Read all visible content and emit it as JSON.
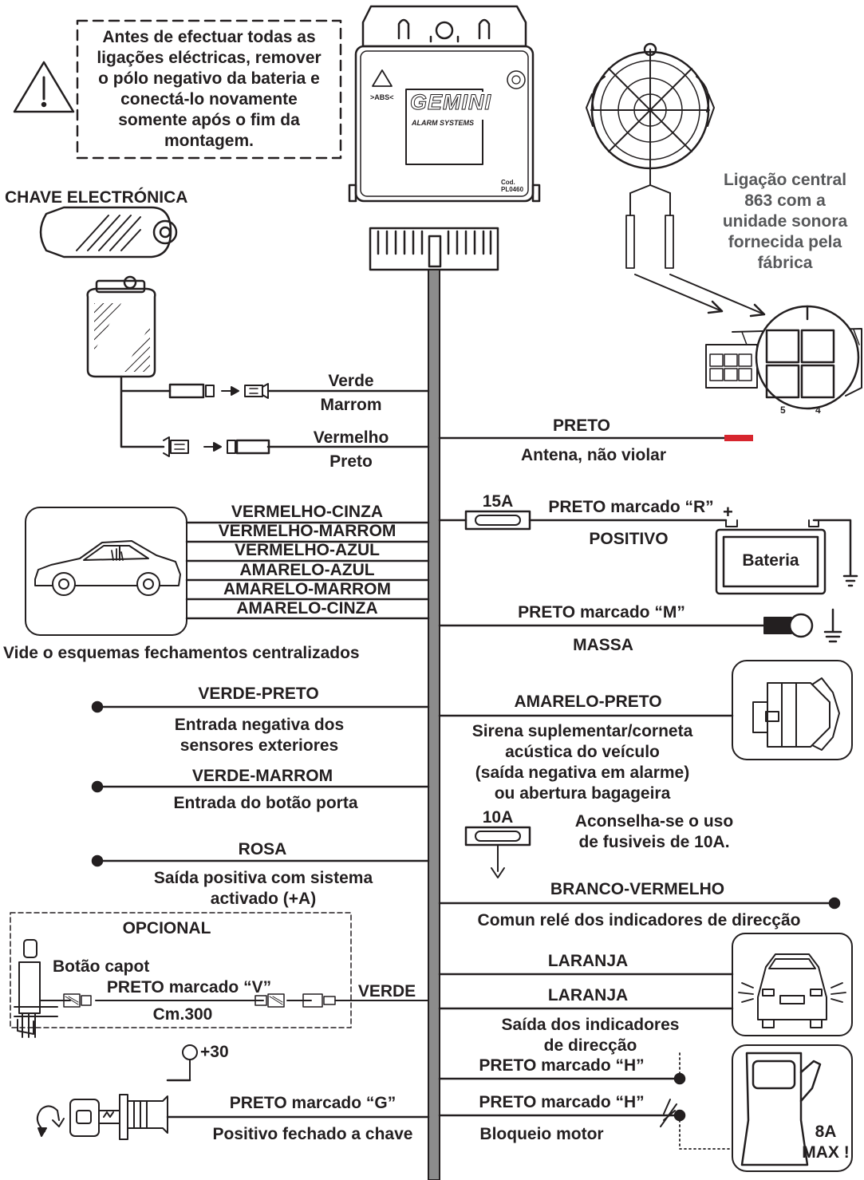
{
  "warning": {
    "lines": [
      "Antes de efectuar todas as",
      "ligações eléctricas, remover",
      "o pólo negativo da bateria e",
      "conectá-lo novamente",
      "somente após o fim da",
      "montagem."
    ]
  },
  "central_unit": {
    "brand": "GEMINI",
    "brand_sub": "ALARM SYSTEMS",
    "code": "Cod. PL0460",
    "mark": ">ABS<"
  },
  "remote_key": {
    "title": "CHAVE ELECTRÓNICA"
  },
  "siren_note": {
    "lines": [
      "Ligação central",
      "863 com a",
      "unidade sonora",
      "fornecida pela",
      "fábrica"
    ],
    "pins": [
      "5",
      "4"
    ]
  },
  "left_wires": {
    "key_wire_1": [
      "Verde",
      "Marrom"
    ],
    "key_wire_2": [
      "Vermelho",
      "Preto"
    ],
    "central_locking": [
      "VERMELHO-CINZA",
      "VERMELHO-MARROM",
      "VERMELHO-AZUL",
      "AMARELO-AZUL",
      "AMARELO-MARROM",
      "AMARELO-CINZA"
    ],
    "central_locking_note": "Vide o esquemas fechamentos centralizados",
    "verde_preto": "VERDE-PRETO",
    "verde_preto_desc": [
      "Entrada negativa dos",
      "sensores exteriores"
    ],
    "verde_marrom": "VERDE-MARROM",
    "verde_marrom_desc": "Entrada do botão porta",
    "rosa": "ROSA",
    "rosa_desc": [
      "Saída positiva com sistema",
      "activado (+A)"
    ],
    "optional_title": "OPCIONAL",
    "hood_button": "Botão capot",
    "preto_v": "PRETO marcado “V”",
    "cable_len": "Cm.300",
    "verde": "VERDE",
    "plus30": "+30",
    "preto_g": "PRETO marcado “G”",
    "preto_g_desc": "Positivo fechado a chave"
  },
  "right_wires": {
    "antenna": "PRETO",
    "antenna_desc": "Antena, não violar",
    "fuse_15": "15A",
    "preto_r": "PRETO marcado “R”",
    "plus": "+",
    "positivo": "POSITIVO",
    "battery": "Bateria",
    "preto_m": "PRETO marcado “M”",
    "massa": "MASSA",
    "amarelo_preto": "AMARELO-PRETO",
    "amarelo_preto_desc": [
      "Sirena suplementar/corneta",
      "acústica do veículo",
      "(saída negativa em alarme)",
      "ou abertura bagageira"
    ],
    "fuse_10": "10A",
    "fuse_note": [
      "Aconselha-se o uso",
      "de fusiveis de 10A."
    ],
    "branco_vermelho": "BRANCO-VERMELHO",
    "branco_vermelho_desc": "Comun relé dos indicadores de direcção",
    "laranja_1": "LARANJA",
    "laranja_2": "LARANJA",
    "laranja_desc": [
      "Saída dos indicadores",
      "de direcção"
    ],
    "preto_h_1": "PRETO marcado “H”",
    "preto_h_2": "PRETO marcado “H”",
    "bloqueio": "Bloqueio motor",
    "relay_max": [
      "8A",
      "MAX !"
    ]
  },
  "colors": {
    "ink": "#231f20",
    "trunk": "#8c8c8c",
    "antenna_tip": "#d7262e"
  }
}
